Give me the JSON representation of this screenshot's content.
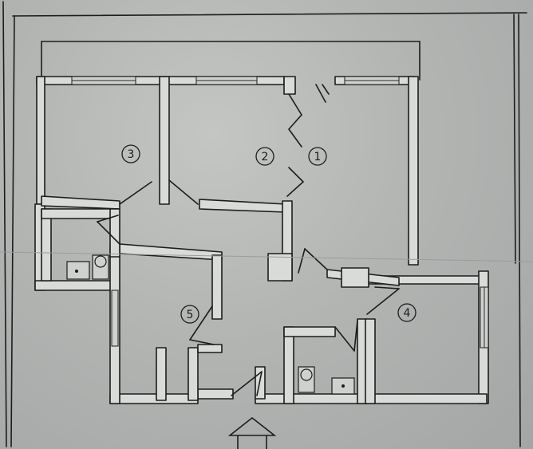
{
  "rooms": [
    {
      "id": "room-1",
      "label": "1"
    },
    {
      "id": "room-2",
      "label": "2"
    },
    {
      "id": "room-3",
      "label": "3"
    },
    {
      "id": "room-4",
      "label": "4"
    },
    {
      "id": "room-5",
      "label": "5"
    }
  ],
  "entrance": {
    "icon": "entrance-arrow-icon"
  },
  "fixtures": [
    "toilet-icon",
    "sink-icon",
    "toilet-icon",
    "sink-icon"
  ],
  "colors": {
    "paper": "#b3b5b3",
    "ink": "#1c1c1c",
    "wall_fill": "#d9dbd8"
  }
}
